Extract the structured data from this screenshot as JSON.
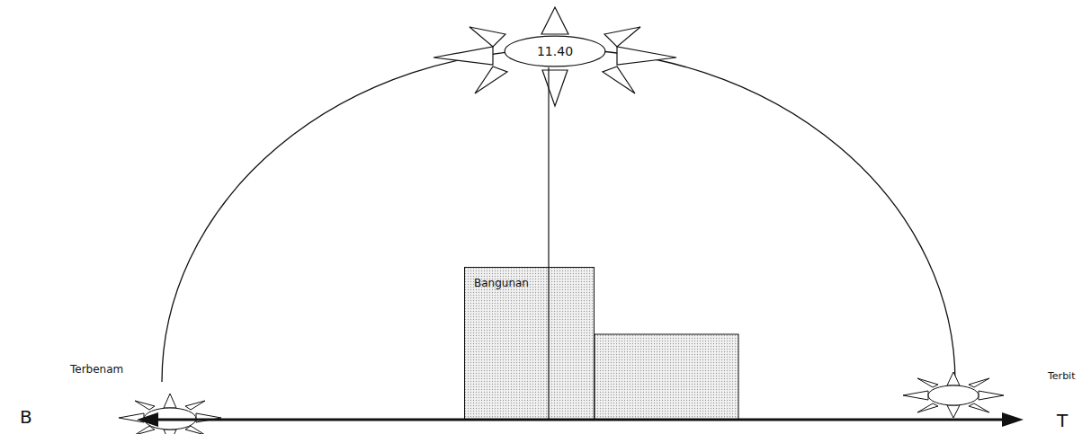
{
  "diagram": {
    "nodes": [
      {
        "text": [
          "11.40"
        ]
      },
      {
        "text": [
          "Bangunan"
        ]
      }
    ],
    "edges": [
      {
        "from": 0,
        "to": 1,
        "arrow": "none"
      }
    ],
    "labels": [
      "Terbenam",
      "Terbit",
      "B",
      "T"
    ]
  }
}
